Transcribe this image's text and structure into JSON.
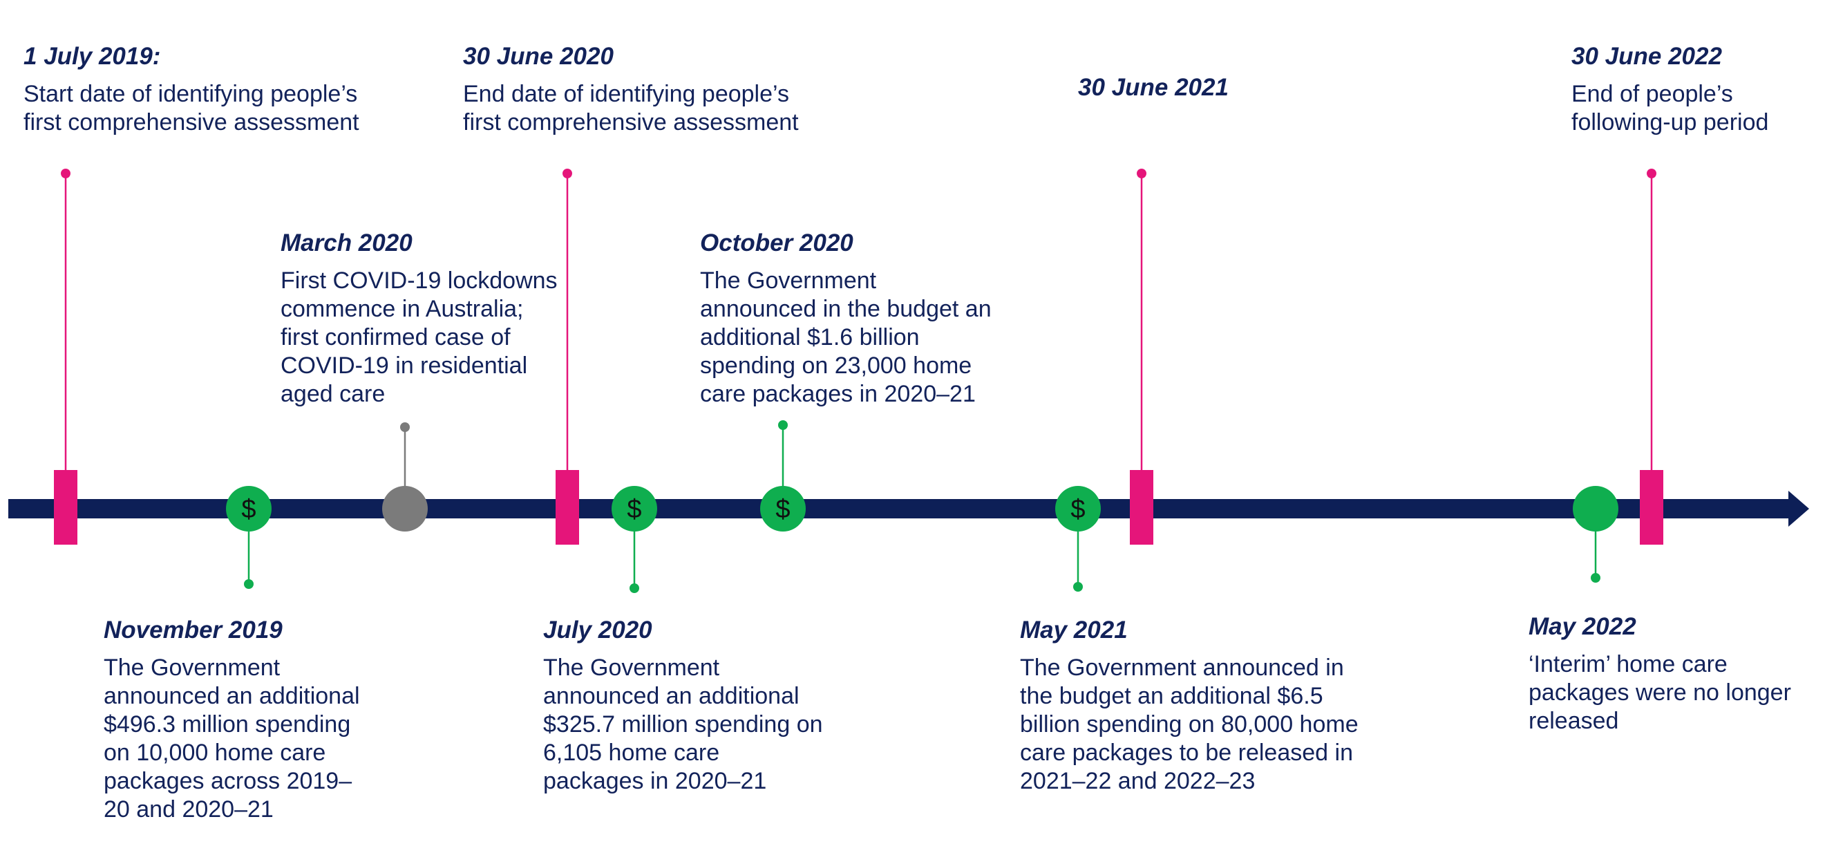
{
  "colors": {
    "axis": "#0d1f57",
    "milestone": "#e5157a",
    "funding": "#0fae4f",
    "covid": "#7b7b7b",
    "text": "#12225a"
  },
  "icons": {
    "funding": "dollar-icon",
    "arrow": "arrow-head-icon"
  },
  "milestones": [
    {
      "id": "m1",
      "date": "1 July 2019:",
      "desc": "Start date of identifying people’s\nfirst comprehensive assessment"
    },
    {
      "id": "m2",
      "date": "30 June 2020",
      "desc": "End date of identifying people’s\nfirst comprehensive assessment"
    },
    {
      "id": "m3",
      "date": "30 June 2021",
      "desc": ""
    },
    {
      "id": "m4",
      "date": "30 June 2022",
      "desc": "End of people’s\nfollowing-up period"
    }
  ],
  "events": [
    {
      "id": "e1",
      "date": "November 2019",
      "desc": "The Government\nannounced an additional\n$496.3 million spending\non 10,000 home care\npackages across 2019–\n20 and 2020–21",
      "icon": "$"
    },
    {
      "id": "e2",
      "date": "March 2020",
      "desc": "First COVID-19 lockdowns\ncommence in Australia;\nfirst confirmed case of\nCOVID-19 in residential\naged care",
      "icon": ""
    },
    {
      "id": "e3",
      "date": "July 2020",
      "desc": "The Government\nannounced an additional\n$325.7 million spending on\n6,105 home care\npackages in 2020–21",
      "icon": "$"
    },
    {
      "id": "e4",
      "date": "October 2020",
      "desc": "The Government\nannounced in the budget an\nadditional $1.6 billion\nspending on 23,000 home\ncare packages in 2020–21",
      "icon": "$"
    },
    {
      "id": "e5",
      "date": "May 2021",
      "desc": "The Government announced in\nthe budget an additional $6.5\nbillion spending on 80,000 home\ncare packages to be released in\n2021–22 and 2022–23",
      "icon": "$"
    },
    {
      "id": "e6",
      "date": "May 2022",
      "desc": "‘Interim’ home care\npackages were no longer\nreleased",
      "icon": ""
    }
  ]
}
